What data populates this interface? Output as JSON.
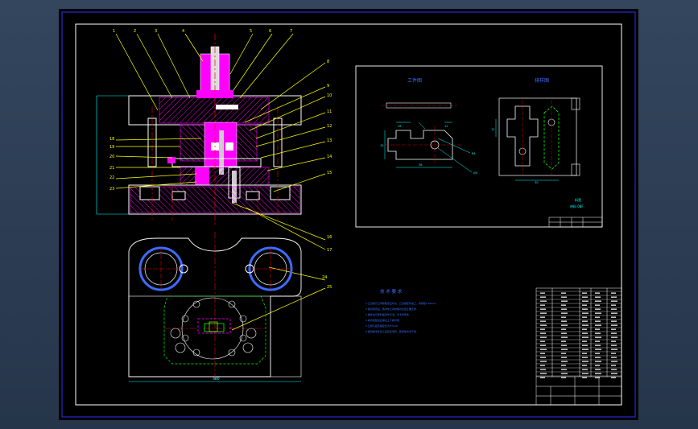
{
  "colors": {
    "background": "#2b3a4e",
    "sheet": "#000000",
    "border": "#ffffff",
    "outline": "#ffffff",
    "leader": "#ffff00",
    "highlight": "#ff00ff",
    "hatch": "#ff00ff",
    "centerline": "#ff0000",
    "hidden": "#00ff00",
    "dimension": "#00ffff",
    "notes": "#3b6cff",
    "title_lines": "#ffffff"
  },
  "balloons": [
    "1",
    "2",
    "3",
    "4",
    "5",
    "6",
    "7",
    "8",
    "9",
    "10",
    "11",
    "12",
    "13",
    "14",
    "15",
    "16",
    "17",
    "18",
    "19",
    "20",
    "21",
    "22",
    "23",
    "24",
    "25"
  ],
  "views": {
    "upper_left_label": "工件图",
    "upper_right_label": "排样图"
  },
  "notes": {
    "title": "技 术 要 求",
    "lines": [
      "1.凸凹模刃口间隙取值应均匀，凸凹模配作加工，间隙取0.05mm.",
      "2.模具闭合后，各零件之间的相对位置正确无误.",
      "3.推件块与卸料板动作灵活，无卡滞现象.",
      "4.模具装配后应保证上下模对准.",
      "5.凸模与固定板配合为H7/m6.",
      "6.模具各零件加工后应去毛刺，装配前清洗干净."
    ]
  },
  "dims": {
    "base_width": "380",
    "strip_label": "料宽",
    "material_label": "材料 08F"
  }
}
